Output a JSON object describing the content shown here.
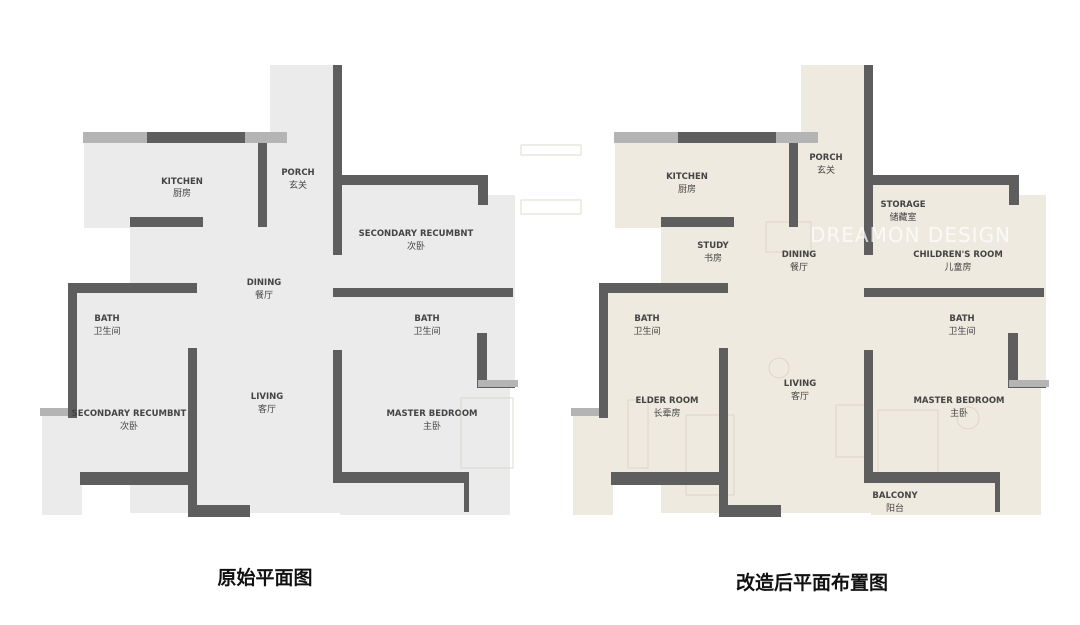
{
  "colors": {
    "wall": "#5e5e5e",
    "wall_light": "#b4b4b4",
    "floor_original": "#ebebeb",
    "floor_renovated": "#efeadf",
    "text": "#444444"
  },
  "original": {
    "title": "原始平面图",
    "rooms": [
      {
        "en": "KITCHEN",
        "cn": "厨房"
      },
      {
        "en": "PORCH",
        "cn": "玄关"
      },
      {
        "en": "SECONDARY RECUMBNT",
        "cn": "次卧"
      },
      {
        "en": "DINING",
        "cn": "餐厅"
      },
      {
        "en": "BATH",
        "cn": "卫生间"
      },
      {
        "en": "BATH",
        "cn": "卫生间"
      },
      {
        "en": "SECONDARY RECUMBNT",
        "cn": "次卧"
      },
      {
        "en": "LIVING",
        "cn": "客厅"
      },
      {
        "en": "MASTER BEDROOM",
        "cn": "主卧"
      }
    ]
  },
  "renovated": {
    "title": "改造后平面布置图",
    "watermark": "DREAMON DESIGN",
    "rooms": [
      {
        "en": "KITCHEN",
        "cn": "厨房"
      },
      {
        "en": "PORCH",
        "cn": "玄关"
      },
      {
        "en": "STORAGE",
        "cn": "储藏室"
      },
      {
        "en": "STUDY",
        "cn": "书房"
      },
      {
        "en": "DINING",
        "cn": "餐厅"
      },
      {
        "en": "CHILDREN'S ROOM",
        "cn": "儿童房"
      },
      {
        "en": "BATH",
        "cn": "卫生间"
      },
      {
        "en": "BATH",
        "cn": "卫生间"
      },
      {
        "en": "ELDER ROOM",
        "cn": "长辈房"
      },
      {
        "en": "LIVING",
        "cn": "客厅"
      },
      {
        "en": "MASTER BEDROOM",
        "cn": "主卧"
      },
      {
        "en": "BALCONY",
        "cn": "阳台"
      }
    ]
  }
}
